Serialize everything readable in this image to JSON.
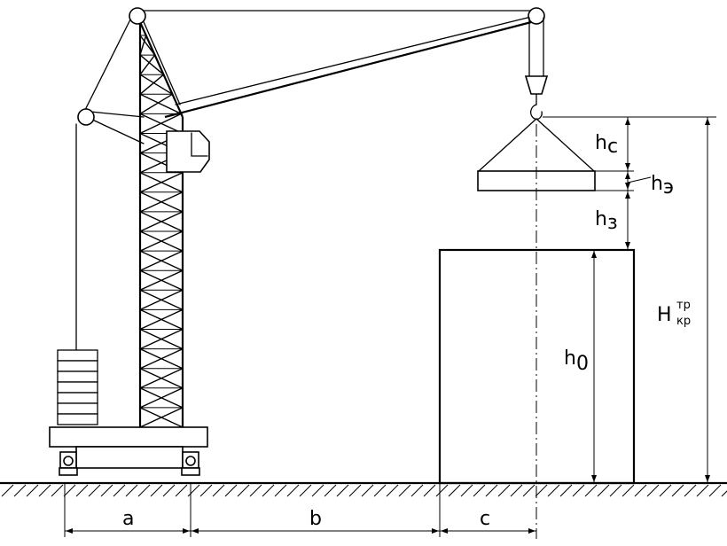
{
  "dimensions": {
    "a": "a",
    "b": "b",
    "c": "c",
    "h_c": {
      "base": "h",
      "sub": "c"
    },
    "h_e": {
      "base": "h",
      "sub": "э"
    },
    "h_z": {
      "base": "h",
      "sub": "з"
    },
    "h_0": {
      "base": "h",
      "sub": "0"
    },
    "H_kr": {
      "base": "H",
      "sup": "тр",
      "sub": "кр"
    }
  }
}
